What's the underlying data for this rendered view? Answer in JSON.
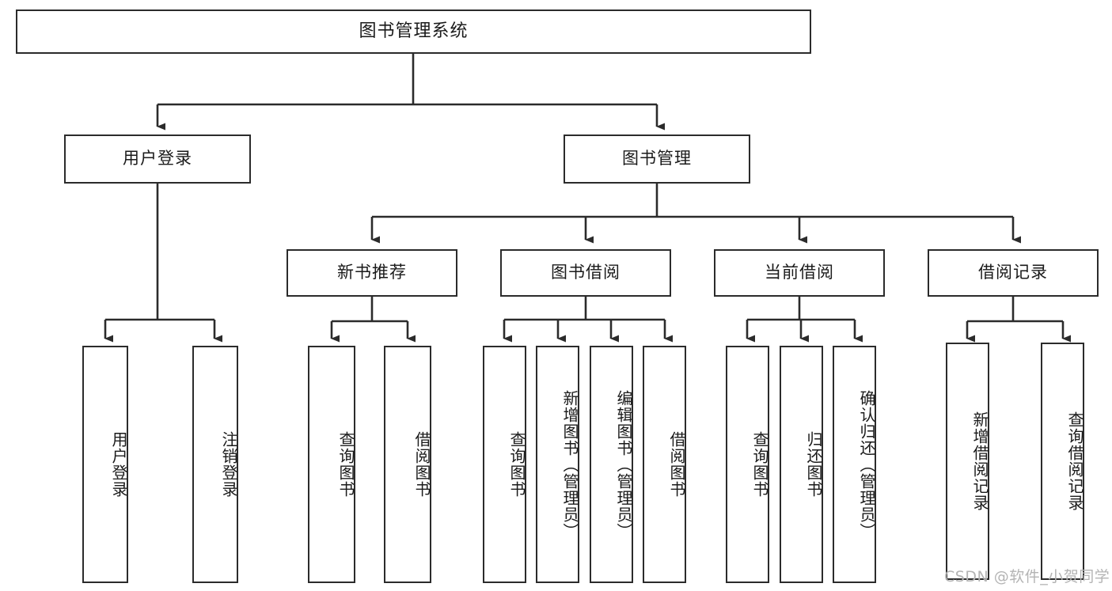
{
  "diagram": {
    "type": "tree",
    "title": "图书管理系统",
    "root": {
      "label": "图书管理系统"
    },
    "level2": [
      {
        "label": "用户登录"
      },
      {
        "label": "图书管理"
      }
    ],
    "level3": [
      {
        "label": "新书推荐"
      },
      {
        "label": "图书借阅"
      },
      {
        "label": "当前借阅"
      },
      {
        "label": "借阅记录"
      }
    ],
    "leaves": {
      "user_login": [
        {
          "label": "用户登录"
        },
        {
          "label": "注销登录"
        }
      ],
      "new_book_recommend": [
        {
          "label": "查询图书"
        },
        {
          "label": "借阅图书"
        }
      ],
      "book_borrow": [
        {
          "label": "查询图书"
        },
        {
          "label": "新增图书（管理员）"
        },
        {
          "label": "编辑图书（管理员）"
        },
        {
          "label": "借阅图书"
        }
      ],
      "current_borrow": [
        {
          "label": "查询图书"
        },
        {
          "label": "归还图书"
        },
        {
          "label": "确认归还（管理员）"
        }
      ],
      "borrow_record": [
        {
          "label": "新增借阅记录"
        },
        {
          "label": "查询借阅记录"
        }
      ]
    }
  },
  "watermark": {
    "text": "CSDN @软件_小贺同学"
  },
  "colors": {
    "box_border": "#2b2b2b",
    "box_fill": "#ffffff",
    "edge": "#2b2b2b",
    "text": "#1a1a1a",
    "watermark": "#b4b4b4",
    "background": "#ffffff"
  }
}
